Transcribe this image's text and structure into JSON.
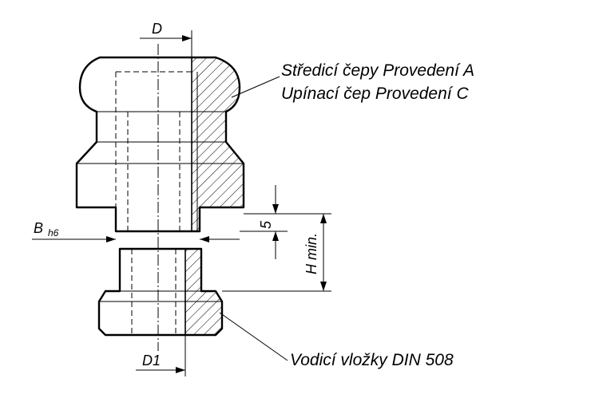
{
  "labels": {
    "top_line1": "Středicí čepy Provedení A",
    "top_line2": "Upínací čep  Provedení C",
    "bottom": "Vodicí vložky DIN 508",
    "dim_D": "D",
    "dim_D1": "D1",
    "dim_B": "B",
    "dim_B_sub": "h6",
    "dim_5": "5",
    "dim_H": "H min."
  }
}
